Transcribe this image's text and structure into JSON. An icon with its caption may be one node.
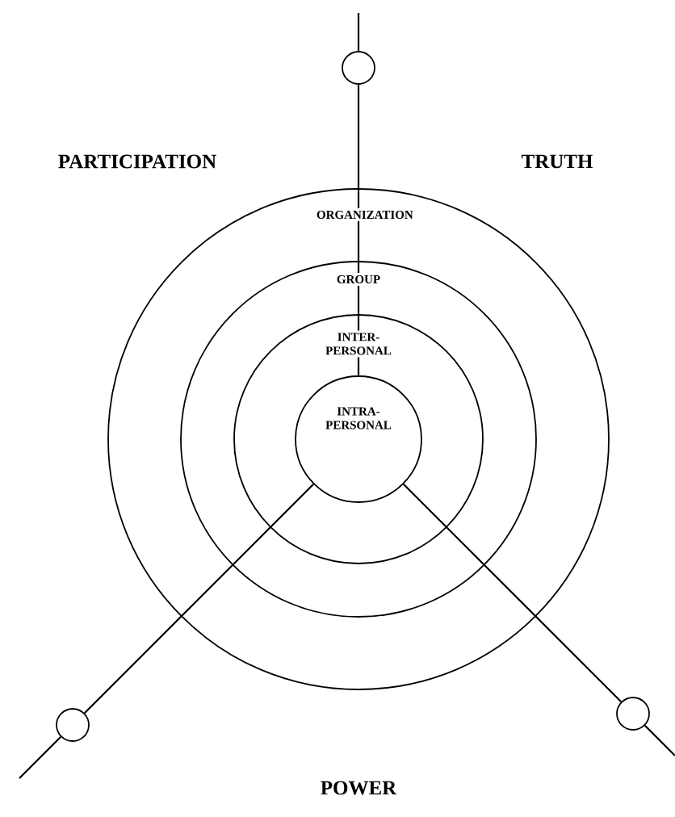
{
  "diagram": {
    "nodes": [
      {
        "text": [
          "ORGANIZATION"
        ]
      },
      {
        "text": [
          "GROUP"
        ],
        "in": 0
      },
      {
        "text": [
          "INTER- PERSONAL"
        ],
        "in": 1
      },
      {
        "text": [
          "INTRA- PERSONAL"
        ],
        "in": 2
      },
      {
        "text": [],
        "shape": "circle"
      },
      {
        "text": [],
        "shape": "circle"
      },
      {
        "text": [],
        "shape": "circle"
      }
    ],
    "edges": [
      {
        "from": 3,
        "to": 4,
        "arrow": "none"
      },
      {
        "from": 3,
        "to": 5,
        "arrow": "none"
      },
      {
        "from": 3,
        "to": 6,
        "arrow": "none"
      }
    ],
    "labels": [
      "PARTICIPATION",
      "TRUTH",
      "POWER"
    ]
  }
}
